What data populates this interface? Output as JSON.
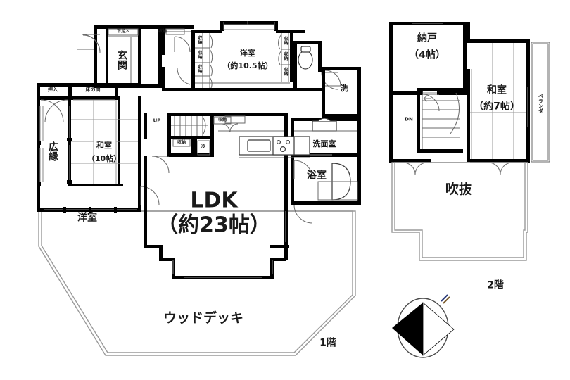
{
  "plan": {
    "title": "Residential floor plan (madori)",
    "floor1_label": "1階",
    "floor2_label": "2階",
    "compass": "north-arrow"
  },
  "floor1": {
    "rooms": [
      {
        "name": "entrance",
        "label": "玄関",
        "size": ""
      },
      {
        "name": "shoe-cabinet",
        "label": "下足入",
        "size": ""
      },
      {
        "name": "western-room-1",
        "label": "洋室",
        "size": "（約10.5帖）"
      },
      {
        "name": "closet-oshiire",
        "label": "押入",
        "size": ""
      },
      {
        "name": "tokonoma",
        "label": "床の間",
        "size": ""
      },
      {
        "name": "hiroen",
        "label": "広縁",
        "size": ""
      },
      {
        "name": "japanese-room-1",
        "label": "和室",
        "size": "（10帖）"
      },
      {
        "name": "western-room-2",
        "label": "洋室",
        "size": ""
      },
      {
        "name": "ldk",
        "label": "LDK",
        "size": "（約23帖）"
      },
      {
        "name": "washroom",
        "label": "洗面室",
        "size": ""
      },
      {
        "name": "bathroom",
        "label": "浴室",
        "size": ""
      },
      {
        "name": "laundry",
        "label": "洗",
        "size": ""
      },
      {
        "name": "wood-deck",
        "label": "ウッドデッキ",
        "size": ""
      }
    ],
    "storage_label": "収納",
    "fridge_label": "冷",
    "stairs_up_label": "UP"
  },
  "floor2": {
    "rooms": [
      {
        "name": "storeroom",
        "label": "納戸",
        "size": "（4帖）"
      },
      {
        "name": "japanese-room-2",
        "label": "和室",
        "size": "（約7帖）"
      },
      {
        "name": "veranda",
        "label": "ベランダ",
        "size": ""
      },
      {
        "name": "void-atrium",
        "label": "吹抜",
        "size": ""
      }
    ],
    "stairs_down_label": "DN"
  },
  "colors": {
    "wall": "#000000",
    "thin_wall": "#555555",
    "text": "#1a1a1a",
    "fixture_stroke": "#333333",
    "deck_outline": "#8a8a8a",
    "background": "#ffffff"
  }
}
